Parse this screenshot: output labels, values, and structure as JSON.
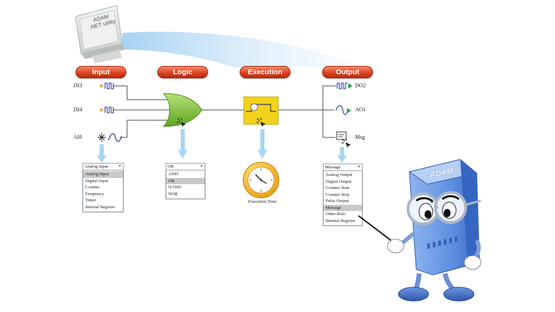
{
  "monitor": {
    "line1": "ADAM",
    "line2": ".NET utility"
  },
  "stages": {
    "input": "Input",
    "logic": "Logic",
    "execution": "Execution",
    "output": "Output"
  },
  "inputs": {
    "di3": "DI3",
    "di4": "DI4",
    "ai0": "AI0"
  },
  "outputs": {
    "do2": "DO2",
    "ao1": "AO1",
    "msg": "Msg"
  },
  "input_dropdown": {
    "selected": "Analog Input",
    "items": [
      "Analog Input",
      "Digital Input",
      "Counter",
      "Frequency",
      "Timer",
      "Internal Register"
    ],
    "highlighted_index": 0
  },
  "logic_dropdown": {
    "selected": "OR",
    "items": [
      "AND",
      "OR",
      "NAND",
      "NOR"
    ],
    "highlighted_index": 1
  },
  "execution_time_label": "Execution Time",
  "output_dropdown": {
    "selected": "Message",
    "items": [
      "Analog Output",
      "Digital Output",
      "Counter Start",
      "Counter Stop",
      "Pulse Output",
      "Message",
      "Other Rule",
      "Internal Register"
    ],
    "highlighted_index": 5
  },
  "mascot": {
    "badge": "ADAM"
  },
  "colors": {
    "pill": "#d9401e",
    "gate": "#7cc23a",
    "exec": "#f2d21a",
    "arrow": "#9fd0ef"
  }
}
